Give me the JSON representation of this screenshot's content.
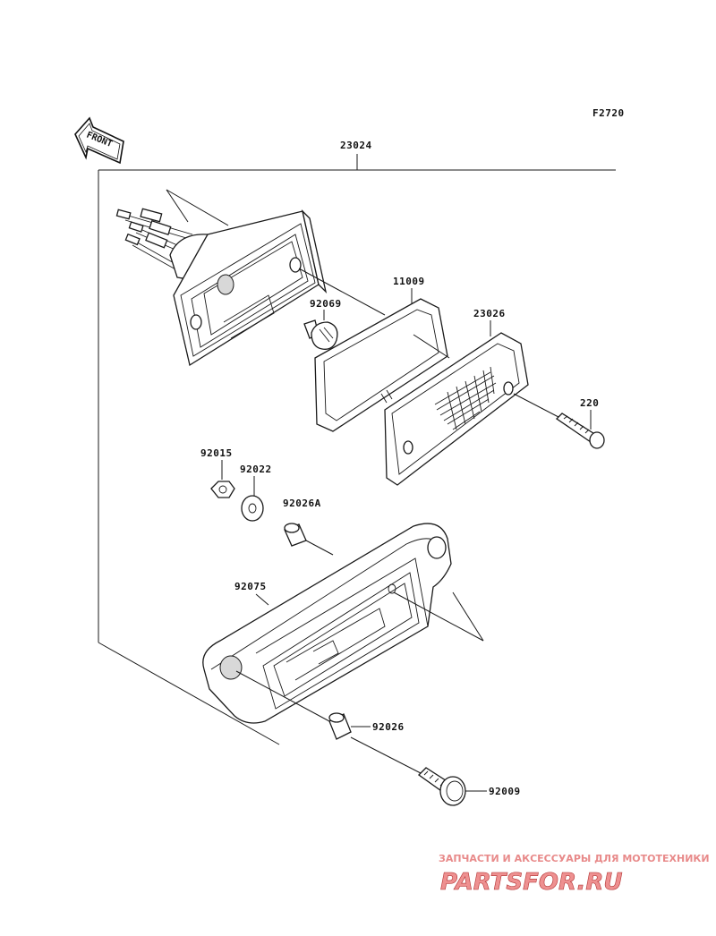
{
  "figure_code": "F2720",
  "front_mark": "FRONT",
  "parts": {
    "p23024": "23024",
    "p11009": "11009",
    "p23026": "23026",
    "p92069": "92069",
    "p220": "220",
    "p92015": "92015",
    "p92022": "92022",
    "p92026A": "92026A",
    "p92075": "92075",
    "p92026": "92026",
    "p92009": "92009"
  },
  "watermark": {
    "tagline": "ЗАПЧАСТИ И АКСЕССУАРЫ ДЛЯ МОТОТЕХНИКИ",
    "brand": "PARTSFOR.RU"
  }
}
